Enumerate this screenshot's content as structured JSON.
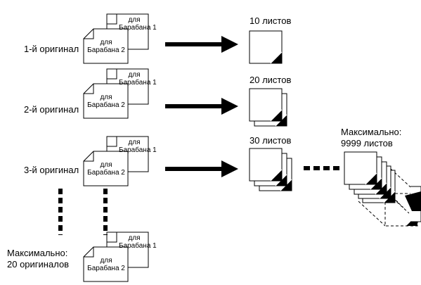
{
  "originals": [
    {
      "label": "1-й оригинал"
    },
    {
      "label": "2-й оригинал"
    },
    {
      "label": "3-й оригинал"
    },
    {
      "label": "Максимально:\n20 оригиналов"
    }
  ],
  "drum1_label_line1": "для",
  "drum1_label_line2": "Барабана 1",
  "drum2_label_line1": "для",
  "drum2_label_line2": "Барабана 2",
  "outputs": [
    {
      "label": "10 листов"
    },
    {
      "label": "20 листов"
    },
    {
      "label": "30 листов"
    }
  ],
  "max_output_label_line1": "Максимально:",
  "max_output_label_line2": "9999 листов",
  "max_originals_line1": "Максимально:",
  "max_originals_line2": "20 оригиналов",
  "colors": {
    "ink": "#000000",
    "paper": "#ffffff"
  }
}
